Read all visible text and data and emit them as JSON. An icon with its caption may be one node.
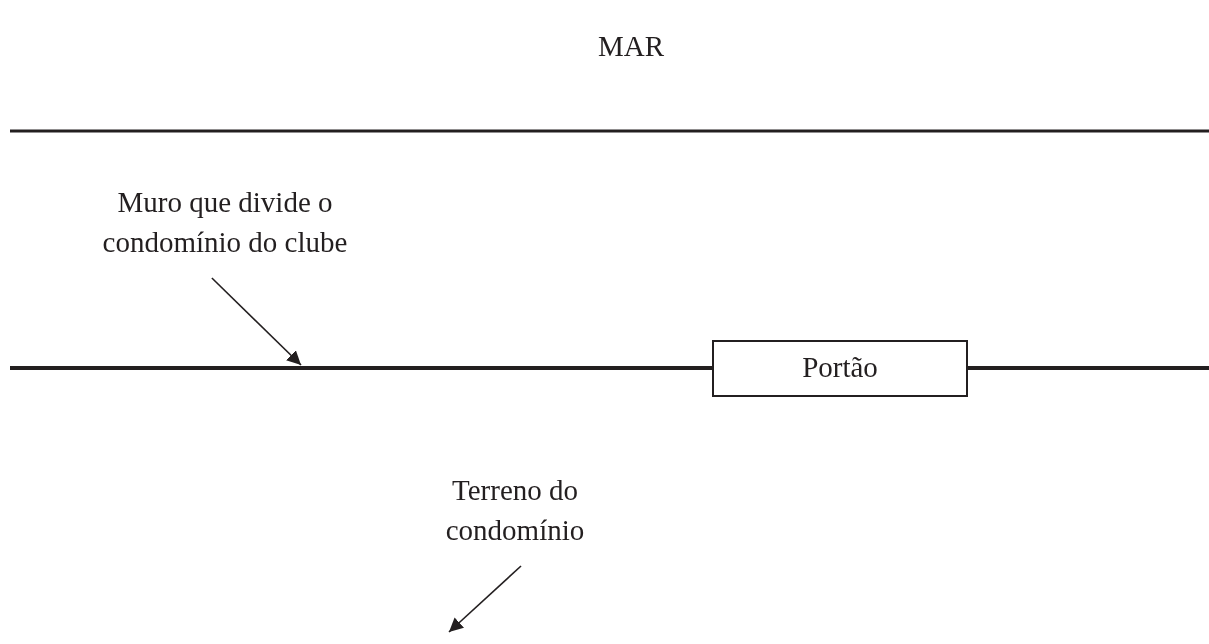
{
  "diagram": {
    "nodes": [
      {
        "text": [
          "Muro que divide o condomínio do clube"
        ]
      },
      {
        "text": [],
        "shape": "bar"
      },
      {
        "text": [
          "Portão"
        ]
      },
      {
        "text": [
          "Terreno do condomínio"
        ]
      }
    ],
    "edges": [
      {
        "from": 0,
        "to": 1,
        "arrow": "to"
      },
      {
        "from": 3,
        "to": null,
        "arrow": "to"
      }
    ],
    "labels": [
      "MAR"
    ]
  }
}
